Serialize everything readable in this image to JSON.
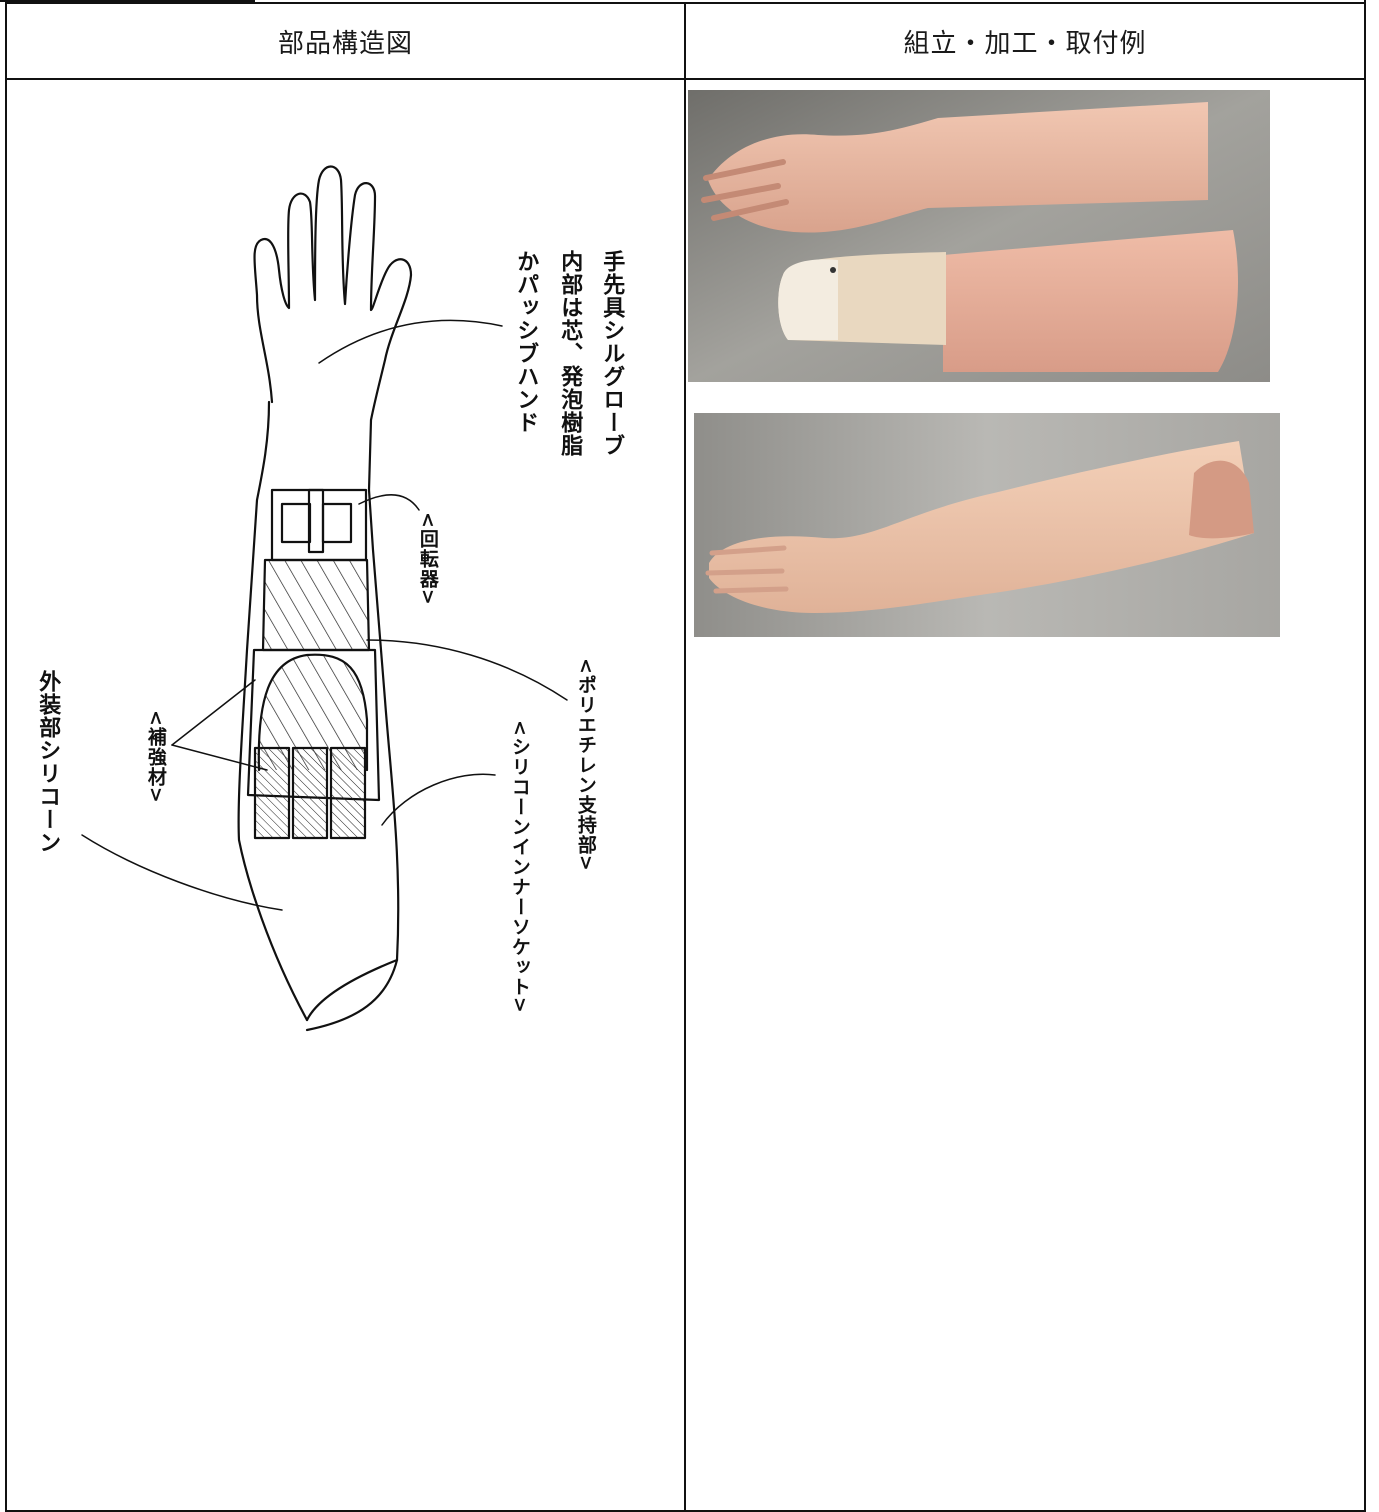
{
  "table": {
    "header_left": "部品構造図",
    "header_right": "組立・加工・取付例"
  },
  "diagram": {
    "labels": {
      "glove_line1": "手先具シルグローブ",
      "glove_line2": "内部は芯、発泡樹脂",
      "glove_line3": "かパッシブハンド",
      "rotator": "<回転器>",
      "polyethylene": "<ポリエチレン支持部>",
      "silicone_socket": "<シリコーンインナーソケット>",
      "reinforcement": "<補強材>",
      "exterior": "外装部シリコーン"
    }
  },
  "photos": {
    "photo1": {
      "icon": "prosthetic-arm-parts-photo"
    },
    "photo2": {
      "icon": "assembled-prosthetic-arm-photo"
    }
  },
  "colors": {
    "skin": "#e9b8a2",
    "skin_light": "#f0c9b0",
    "liner": "#eeddc6",
    "background_photo": "#8e8c86"
  }
}
